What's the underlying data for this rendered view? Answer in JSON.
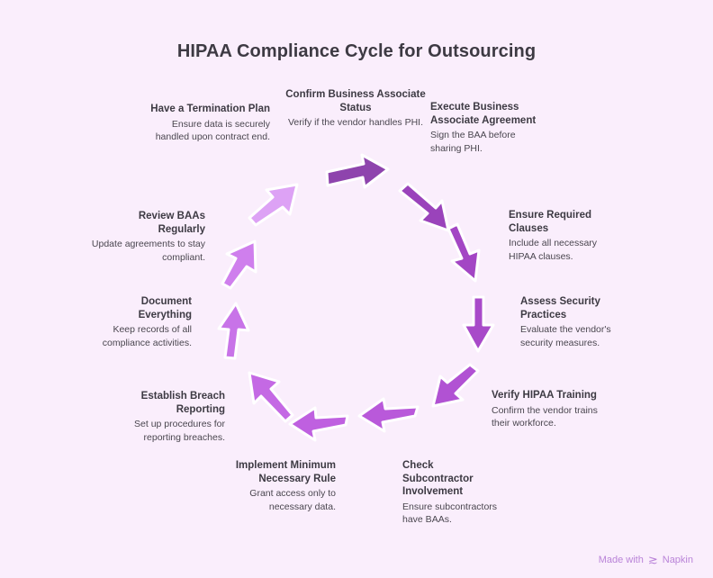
{
  "title": "HIPAA Compliance Cycle for Outsourcing",
  "background_color": "#faeefc",
  "title_color": "#3d3a43",
  "colors": {
    "arrow_darkest": "#8e44ad",
    "arrow_mid": "#a64dc4",
    "arrow_light": "#c77ae8",
    "arrow_lightest": "#dda2f5",
    "watermark": "#b983d8"
  },
  "steps": [
    {
      "index": 1,
      "title": "Confirm Business Associate Status",
      "desc": "Verify if the vendor handles PHI.",
      "align": "align-center"
    },
    {
      "index": 2,
      "title": "Execute Business Associate Agreement",
      "desc": "Sign the BAA before sharing PHI.",
      "align": "align-left"
    },
    {
      "index": 3,
      "title": "Ensure Required Clauses",
      "desc": "Include all necessary HIPAA clauses.",
      "align": "align-left"
    },
    {
      "index": 4,
      "title": "Assess Security Practices",
      "desc": "Evaluate the vendor's security measures.",
      "align": "align-left"
    },
    {
      "index": 5,
      "title": "Verify HIPAA Training",
      "desc": "Confirm the vendor trains their workforce.",
      "align": "align-left"
    },
    {
      "index": 6,
      "title": "Check Subcontractor Involvement",
      "desc": "Ensure subcontractors have BAAs.",
      "align": "align-left"
    },
    {
      "index": 7,
      "title": "Implement Minimum Necessary Rule",
      "desc": "Grant access only to necessary data.",
      "align": "align-right"
    },
    {
      "index": 8,
      "title": "Establish Breach Reporting",
      "desc": "Set up procedures for reporting breaches.",
      "align": "align-right"
    },
    {
      "index": 9,
      "title": "Document Everything",
      "desc": "Keep records of all compliance activities.",
      "align": "align-right"
    },
    {
      "index": 10,
      "title": "Review BAAs Regularly",
      "desc": "Update agreements to stay compliant.",
      "align": "align-right"
    },
    {
      "index": 11,
      "title": "Have a Termination Plan",
      "desc": "Ensure data is securely handled upon contract end.",
      "align": "align-right"
    }
  ],
  "footer": {
    "text_before": "Made with",
    "brand": "Napkin"
  }
}
